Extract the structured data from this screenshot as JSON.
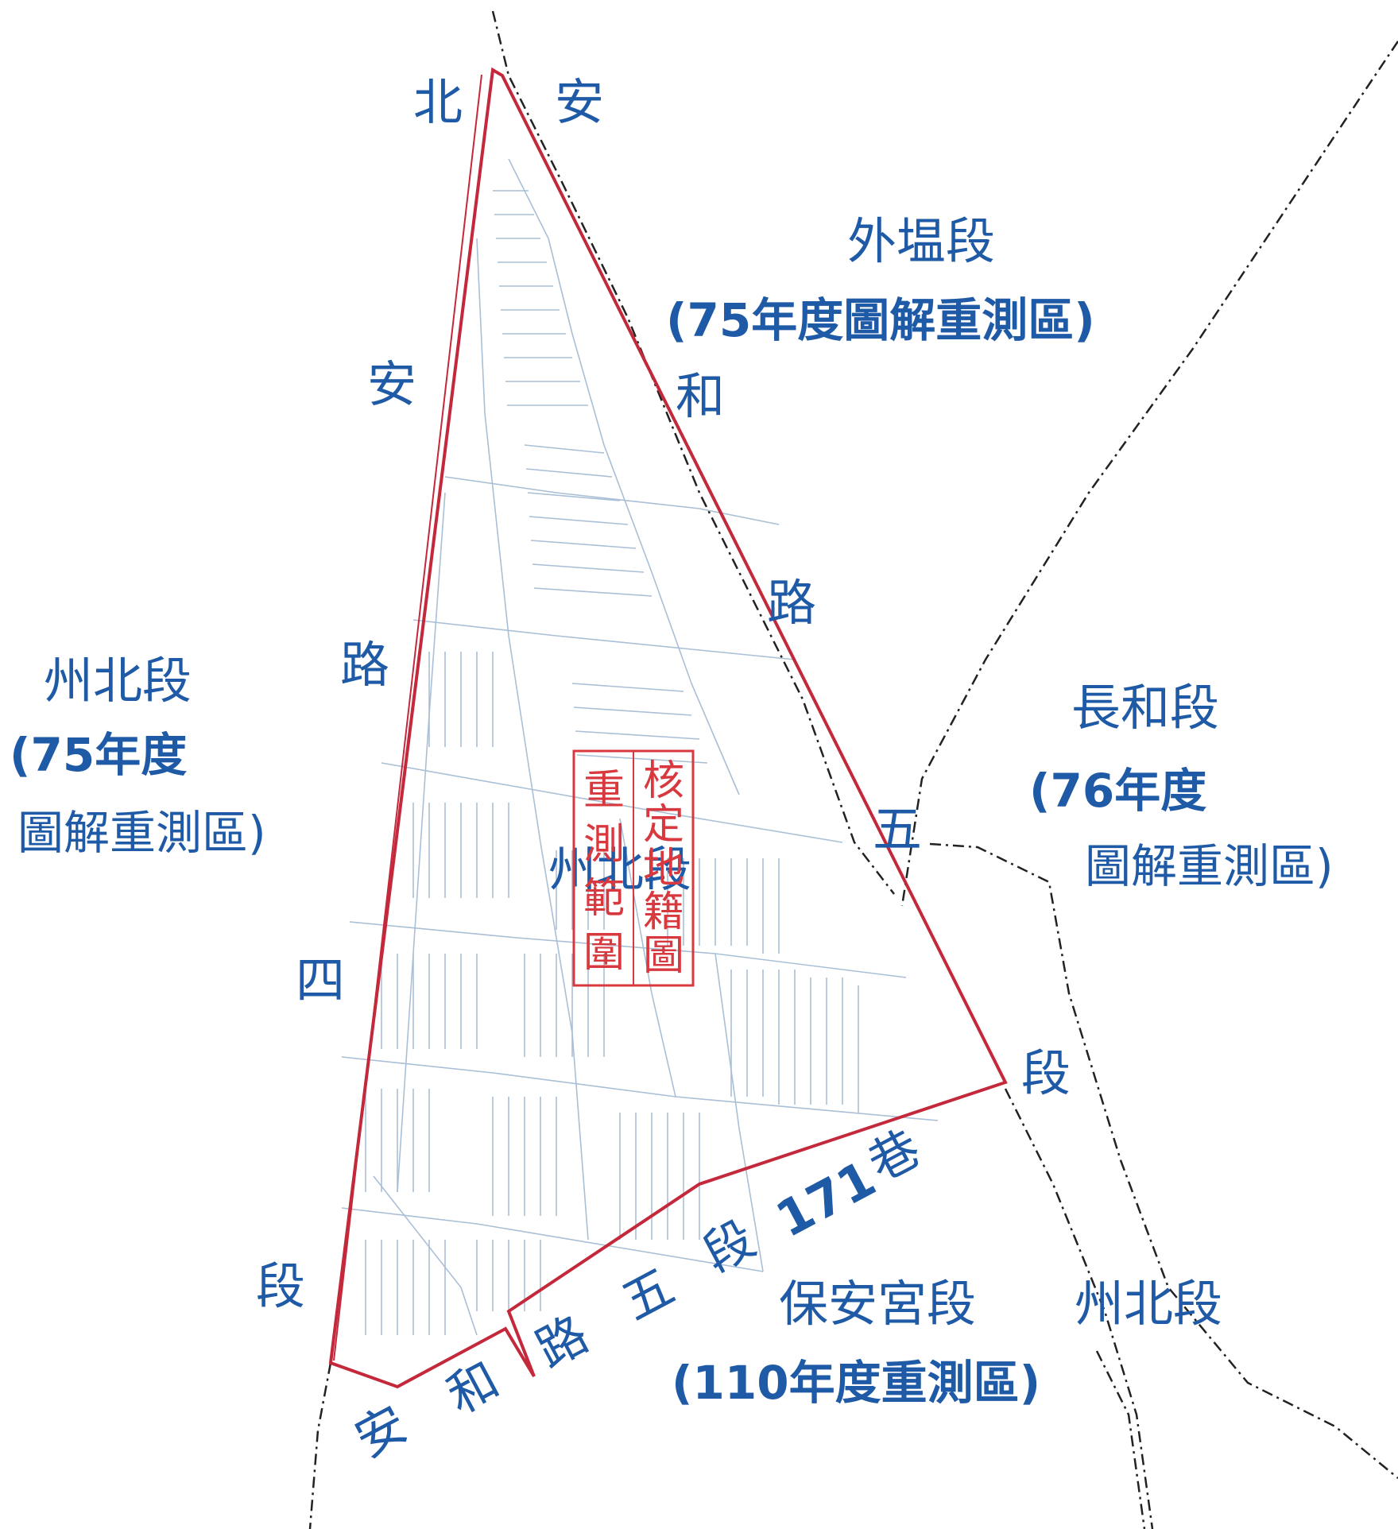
{
  "road_north_an_he_road": [
    "北",
    "安",
    "和",
    "路",
    "五",
    "段"
  ],
  "road_west_an_he_road": [
    "安",
    "路",
    "四",
    "段"
  ],
  "road_south_lane": [
    "安",
    "和",
    "路",
    "五",
    "段",
    "171",
    "巷"
  ],
  "sections": {
    "waicheng": {
      "name": "外塭段",
      "note": "(75年度圖解重測區)"
    },
    "zhoubei_west": {
      "name": "州北段",
      "note1": "(75年度",
      "note2": "圖解重測區)"
    },
    "changhe": {
      "name": "長和段",
      "note1": "(76年度",
      "note2": "圖解重測區)"
    },
    "baoangong": {
      "name": "保安宮段",
      "note": "(110年度重測區)"
    },
    "zhoubei_east": {
      "name": "州北段"
    },
    "zhoubei_center": {
      "name": "州北段"
    }
  },
  "stamp": {
    "col_right": [
      "核",
      "定",
      "地",
      "籍",
      "圖"
    ],
    "col_left": [
      "重",
      "測",
      "範",
      "圍"
    ]
  },
  "colors": {
    "label_blue": "#1f5aa6",
    "boundary_red": "#c4283b",
    "parcel_blue": "#a9bfd6",
    "dashed_black": "#222222",
    "stamp_red": "#d8393f"
  }
}
